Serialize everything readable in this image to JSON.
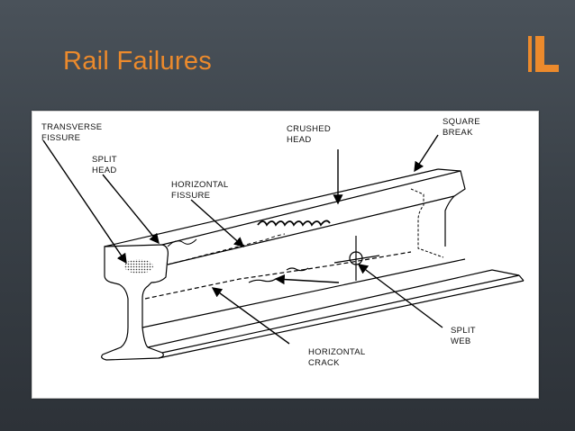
{
  "slide": {
    "title": "Rail Failures"
  },
  "diagram": {
    "labels": {
      "transverse_fissure_1": "TRANSVERSE",
      "transverse_fissure_2": "FISSURE",
      "split_head_1": "SPLIT",
      "split_head_2": "HEAD",
      "horizontal_fissure_1": "HORIZONTAL",
      "horizontal_fissure_2": "FISSURE",
      "crushed_head_1": "CRUSHED",
      "crushed_head_2": "HEAD",
      "square_break_1": "SQUARE",
      "square_break_2": "BREAK",
      "split_web_1": "SPLIT",
      "split_web_2": "WEB",
      "horizontal_crack_1": "HORIZONTAL",
      "horizontal_crack_2": "CRACK"
    }
  },
  "colors": {
    "accent": "#ec8a2c",
    "background": "#3a4148"
  }
}
